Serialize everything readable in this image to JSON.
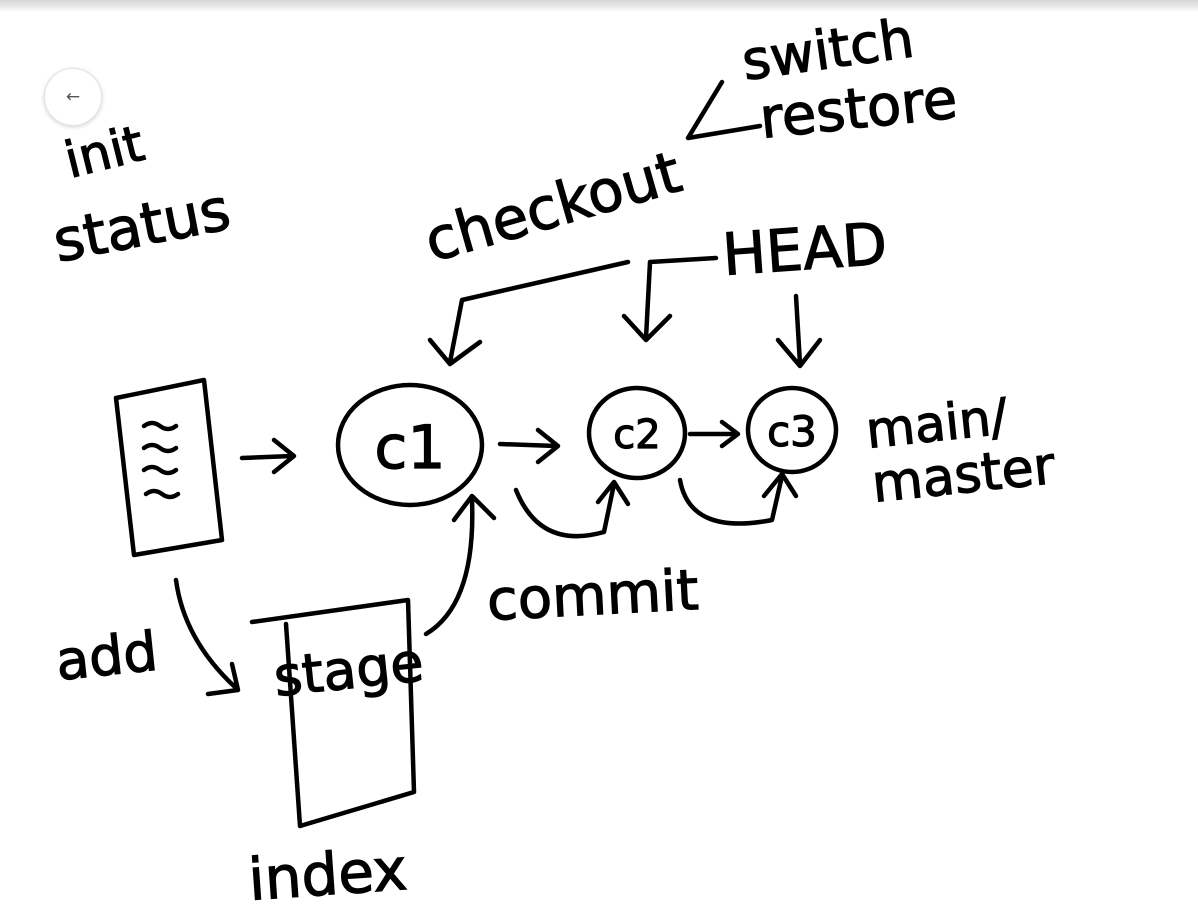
{
  "navigation": {
    "back_icon": "arrow-left-icon",
    "back_glyph": "←"
  },
  "colors": {
    "ink": "#000000",
    "canvas": "#ffffff"
  },
  "labels": {
    "init": "init",
    "status": "status",
    "checkout": "checkout",
    "switch": "switch",
    "restore": "restore",
    "head": "HEAD",
    "main_master_line1": "main/",
    "main_master_line2": "master",
    "add": "add",
    "stage": "stage",
    "index": "index",
    "commit": "commit"
  },
  "commits": [
    {
      "label": "c1"
    },
    {
      "label": "c2"
    },
    {
      "label": "c3"
    }
  ]
}
